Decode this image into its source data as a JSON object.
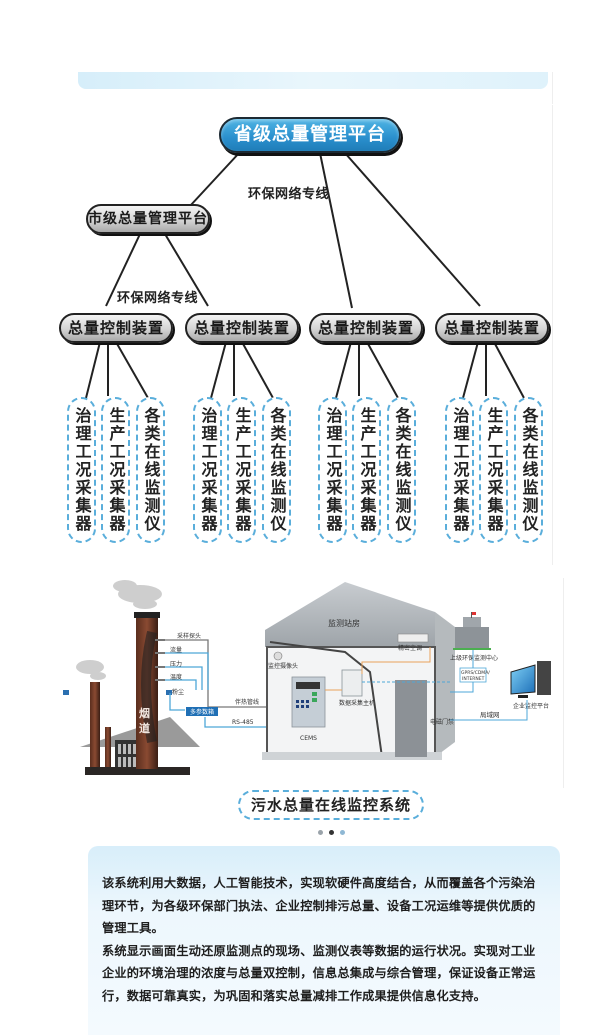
{
  "tree": {
    "provincial_platform": "省级总量管理平台",
    "city_platform": "市级总量管理平台",
    "network_label_top": "环保网络专线",
    "network_label_mid": "环保网络专线",
    "control_devices": [
      "总量控制装置",
      "总量控制装置",
      "总量控制装置",
      "总量控制装置"
    ],
    "collectors": [
      "治理工况采集器",
      "生产工况采集器",
      "各类在线监测仪"
    ]
  },
  "scene": {
    "chimney_label": "烟道",
    "probe_labels": [
      "采样探头",
      "流量",
      "压力",
      "温度",
      "粉尘"
    ],
    "multi_param_box": "多参数箱",
    "heat_pipe": "伴热管线",
    "rs485": "RS-485",
    "station_house": "监测站房",
    "camera_label": "监控摄像头",
    "ac_label": "精密空调",
    "cems_label": "CEMS",
    "controller_label": "数据采集主机",
    "door_label": "电磁门禁",
    "upper_center": "上级环保监测中心",
    "gprs_label_1": "GPRS/CDMA/",
    "gprs_label_2": "INTERNET",
    "enterprise_platform": "企业监控平台",
    "lan_label": "局域网"
  },
  "caption": "污水总量在线监控系统",
  "carousel": {
    "count": 3,
    "active_index": 1
  },
  "info": {
    "paragraph1": "该系统利用大数据，人工智能技术，实现软硬件高度结合，从而覆盖各个污染治理环节，为各级环保部门执法、企业控制排污总量、设备工况运维等提供优质的管理工具。",
    "paragraph2": "系统显示画面生动还原监测点的现场、监测仪表等数据的运行状况。实现对工业企业的环境治理的浓度与总量双控制，信息总集成与综合管理，保证设备正常运行，数据可靠真实，为巩固和落实总量减排工作成果提供信息化支持。"
  }
}
